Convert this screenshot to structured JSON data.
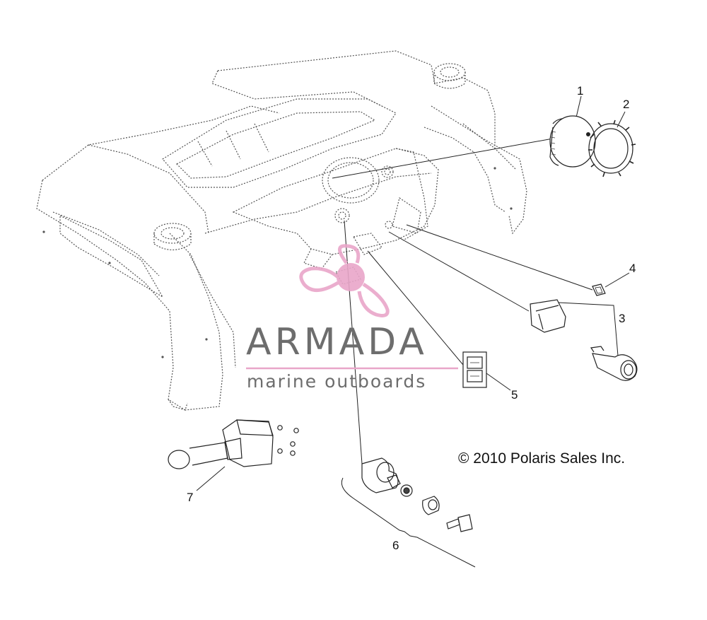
{
  "callouts": {
    "c1": "1",
    "c2": "2",
    "c3": "3",
    "c4": "4",
    "c5": "5",
    "c6": "6",
    "c7": "7"
  },
  "watermark": {
    "title": "ARMADA",
    "subtitle": "marine outboards",
    "color_gray": "#6d6d6d",
    "color_pink": "#e9a6c9"
  },
  "copyright": "© 2010 Polaris Sales Inc.",
  "colors": {
    "line": "#333333",
    "hidden_line": "#888888",
    "background": "#ffffff"
  }
}
